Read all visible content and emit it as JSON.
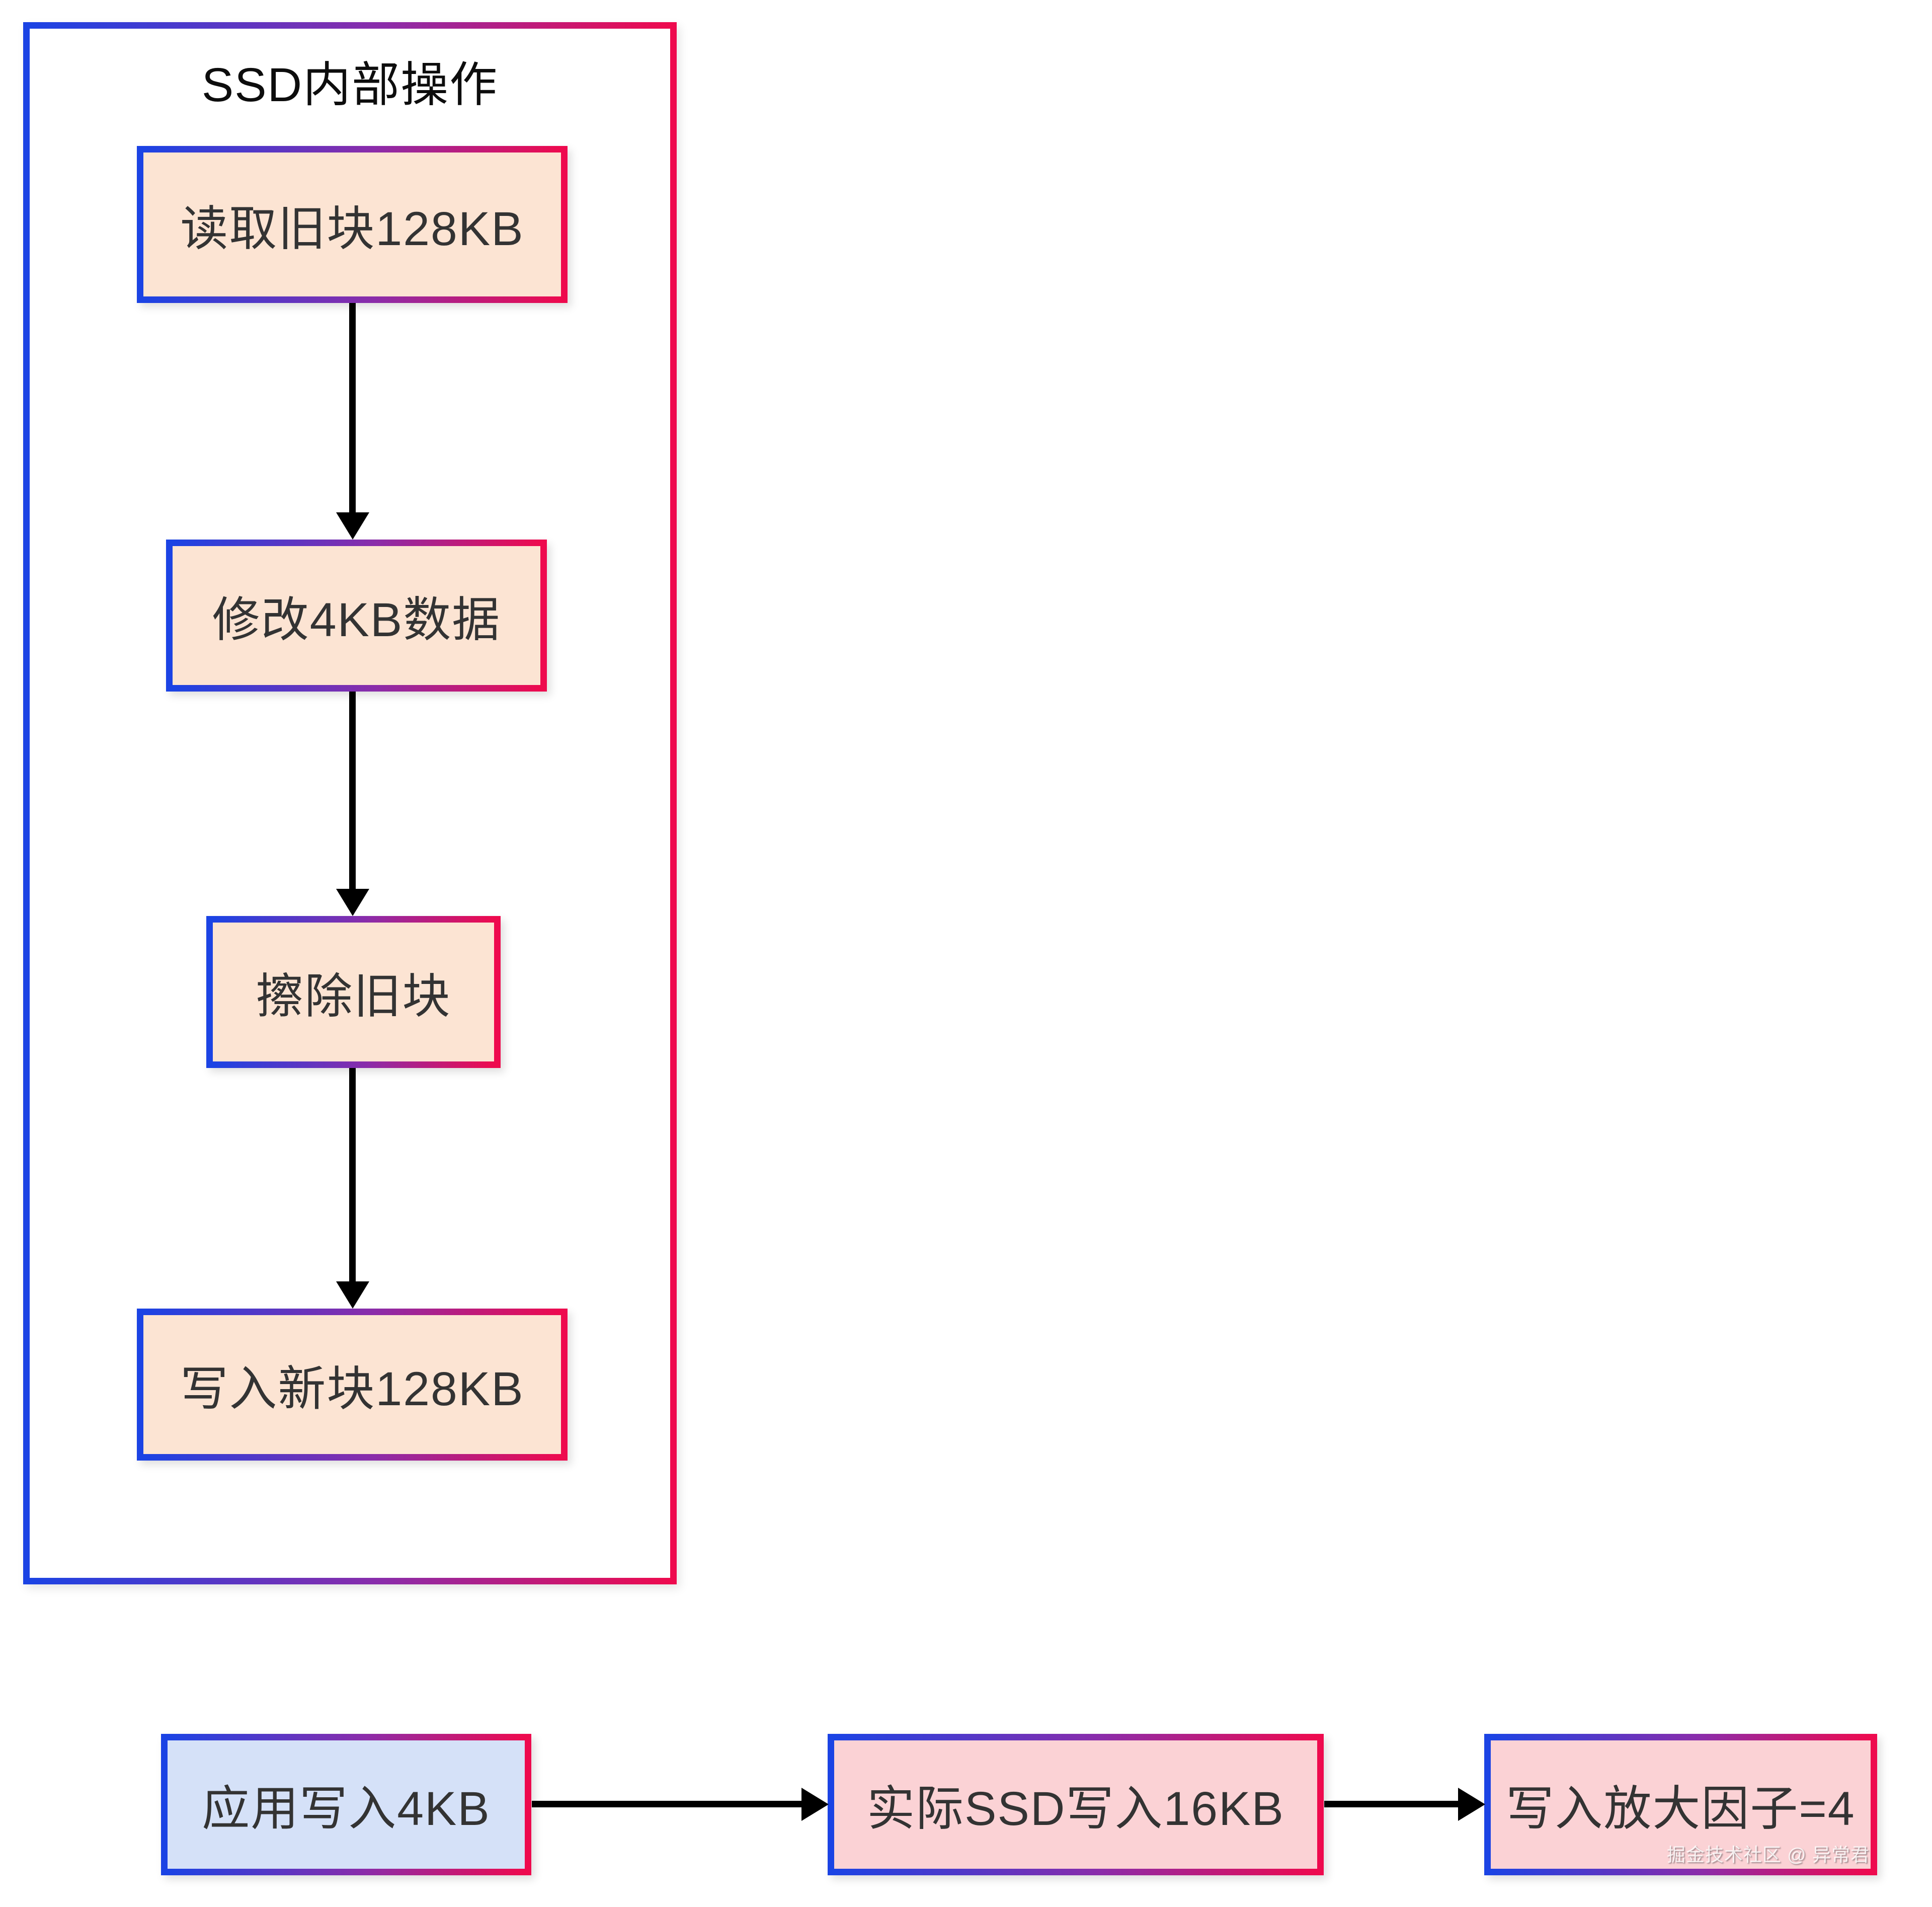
{
  "diagram": {
    "title": "SSD内部操作",
    "inner_flow": [
      {
        "label": "读取旧块128KB"
      },
      {
        "label": "修改4KB数据"
      },
      {
        "label": "擦除旧块"
      },
      {
        "label": "写入新块128KB"
      }
    ],
    "bottom_flow": [
      {
        "label": "应用写入4KB",
        "fill": "#d5e1f8"
      },
      {
        "label": "实际SSD写入16KB",
        "fill": "#fbd2d5"
      },
      {
        "label": "写入放大因子=4",
        "fill": "#fbd2d5"
      }
    ],
    "watermark": "掘金技术社区 @ 异常君",
    "colors": {
      "border_gradient_start": "#1b43e4",
      "border_gradient_mid": "#8a2caa",
      "border_gradient_end": "#ee0a4e",
      "node_fill_peach": "#fce4d3",
      "node_fill_blue": "#d5e1f8",
      "node_fill_pink": "#fbd2d5",
      "arrow": "#000000",
      "label_text": "#333333",
      "background": "#ffffff"
    }
  }
}
